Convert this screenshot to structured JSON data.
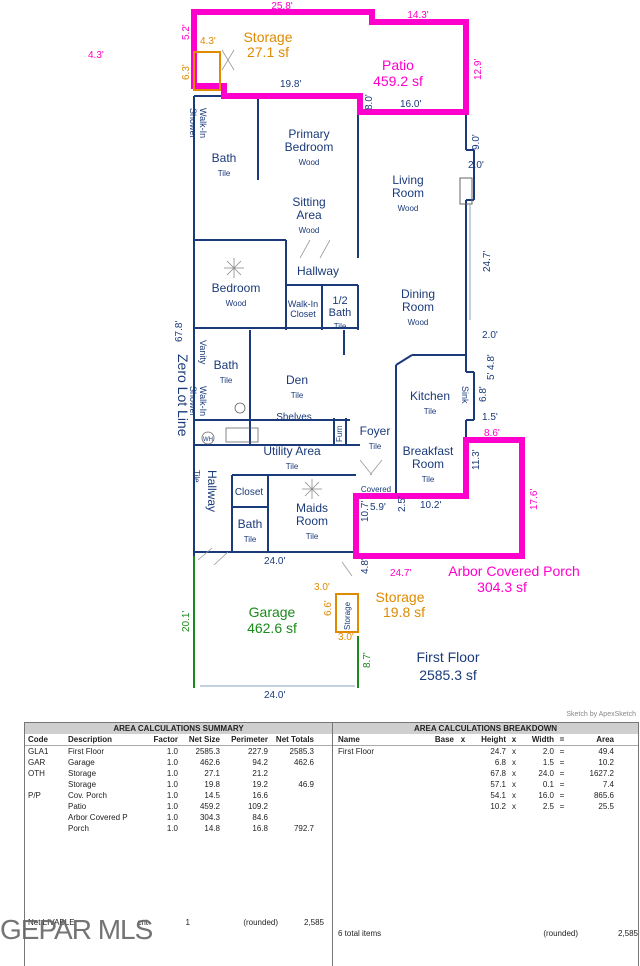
{
  "credit": "Sketch by ApexSketch",
  "watermark": "GEPAR MLS",
  "floor": {
    "label": "First Floor",
    "area": "2585.3 sf"
  },
  "rooms": {
    "storage_top": {
      "name": "Storage",
      "area": "27.1 sf"
    },
    "patio": {
      "name": "Patio",
      "area": "459.2 sf"
    },
    "primary_bedroom": {
      "name": "Primary\nBedroom",
      "floor": "Wood"
    },
    "bath_top": {
      "name": "Bath",
      "floor": "Tile"
    },
    "walkin_shower_top": {
      "name": "Walk-In\nShower"
    },
    "sitting_area": {
      "name": "Sitting\nArea",
      "floor": "Wood"
    },
    "living_room": {
      "name": "Living\nRoom",
      "floor": "Wood"
    },
    "hallway_top": {
      "name": "Hallway"
    },
    "bedroom": {
      "name": "Bedroom",
      "floor": "Wood"
    },
    "walkin_closet": {
      "name": "Walk-In\nCloset"
    },
    "half_bath": {
      "name": "1/2\nBath",
      "floor": "Tile"
    },
    "dining_room": {
      "name": "Dining\nRoom",
      "floor": "Wood"
    },
    "bath_mid": {
      "name": "Bath",
      "floor": "Tile"
    },
    "vanity": {
      "name": "Vanity"
    },
    "walkin_shower_mid": {
      "name": "Walk-In\nShower"
    },
    "den": {
      "name": "Den",
      "floor": "Tile"
    },
    "shelves": {
      "name": "Shelves"
    },
    "furn": {
      "name": "Furn"
    },
    "wh": {
      "name": "WH"
    },
    "kitchen": {
      "name": "Kitchen",
      "floor": "Tile"
    },
    "sink": {
      "name": "Sink"
    },
    "foyer": {
      "name": "Foyer",
      "floor": "Tile"
    },
    "utility_area": {
      "name": "Utility Area",
      "floor": "Tile"
    },
    "breakfast_room": {
      "name": "Breakfast\nRoom",
      "floor": "Tile"
    },
    "covered": {
      "name": "Covered"
    },
    "hallway_left": {
      "name": "Hallway",
      "floor": "Tile"
    },
    "closet": {
      "name": "Closet"
    },
    "bath_low": {
      "name": "Bath",
      "floor": "Tile"
    },
    "maids_room": {
      "name": "Maids\nRoom",
      "floor": "Tile"
    },
    "arbor_porch": {
      "name": "Arbor Covered Porch",
      "area": "304.3 sf"
    },
    "storage_low": {
      "name": "Storage",
      "area": "19.8 sf"
    },
    "storage_low_label": {
      "name": "Storage"
    },
    "garage": {
      "name": "Garage",
      "area": "462.6 sf"
    },
    "zero_lot_line": {
      "name": "Zero Lot Line"
    }
  },
  "dims": {
    "d_25_8": "25.8'",
    "d_14_3": "14.3'",
    "d_5_2": "5.2'",
    "d_4_3a": "4.3'",
    "d_4_3b": "4.3'",
    "d_6_3": "6.3'",
    "d_19_8": "19.8'",
    "d_12_9": "12.9'",
    "d_8_0": "8.0'",
    "d_16_0": "16.0'",
    "d_9_0": "9.0'",
    "d_2_0a": "2.0'",
    "d_24_7a": "24.7'",
    "d_2_0b": "2.0'",
    "d_4_8": "4.8'",
    "d_5": "5'",
    "d_6_8": "6.8'",
    "d_1_5": "1.5'",
    "d_8_6": "8.6'",
    "d_11_3": "11.3'",
    "d_67_8": "67.8'",
    "d_10_7": "10.7'",
    "d_5_9": "5.9'",
    "d_2_5": "2.5'",
    "d_10_2": "10.2'",
    "d_17_6": "17.6'",
    "d_24_0a": "24.0'",
    "d_4_8b": "4.8'",
    "d_24_7b": "24.7'",
    "d_3_0a": "3.0'",
    "d_6_6": "6.6'",
    "d_3_0b": "3.0'",
    "d_20_1": "20.1'",
    "d_8_7": "8.7'",
    "d_24_0b": "24.0'"
  },
  "colors": {
    "patio": "#ff00cc",
    "storage": "#e08a00",
    "garage": "#1a8a1a",
    "walls": "#1a3a7a",
    "text": "#1a3a7a"
  },
  "summary": {
    "title": "AREA CALCULATIONS SUMMARY",
    "headers": [
      "Code",
      "Description",
      "Factor",
      "Net Size",
      "Perimeter",
      "Net Totals"
    ],
    "rows": [
      [
        "GLA1",
        "First Floor",
        "1.0",
        "2585.3",
        "227.9",
        "2585.3"
      ],
      [
        "GAR",
        "Garage",
        "1.0",
        "462.6",
        "94.2",
        "462.6"
      ],
      [
        "OTH",
        "Storage",
        "1.0",
        "27.1",
        "21.2",
        ""
      ],
      [
        "",
        "Storage",
        "1.0",
        "19.8",
        "19.2",
        "46.9"
      ],
      [
        "P/P",
        "Cov. Porch",
        "1.0",
        "14.5",
        "16.6",
        ""
      ],
      [
        "",
        "Patio",
        "1.0",
        "459.2",
        "109.2",
        ""
      ],
      [
        "",
        "Arbor Covered P",
        "1.0",
        "304.3",
        "84.6",
        ""
      ],
      [
        "",
        "Porch",
        "1.0",
        "14.8",
        "16.8",
        "792.7"
      ]
    ],
    "footer": [
      "Net LIVABLE",
      "cnt",
      "1",
      "(rounded)",
      "2,585"
    ]
  },
  "breakdown": {
    "title": "AREA CALCULATIONS BREAKDOWN",
    "headers": [
      "Name",
      "Base",
      "x",
      "Height",
      "x",
      "Width",
      "=",
      "Area"
    ],
    "rows": [
      [
        "First Floor",
        "",
        "",
        "24.7",
        "x",
        "2.0",
        "=",
        "49.4"
      ],
      [
        "",
        "",
        "",
        "6.8",
        "x",
        "1.5",
        "=",
        "10.2"
      ],
      [
        "",
        "",
        "",
        "67.8",
        "x",
        "24.0",
        "=",
        "1627.2"
      ],
      [
        "",
        "",
        "",
        "57.1",
        "x",
        "0.1",
        "=",
        "7.4"
      ],
      [
        "",
        "",
        "",
        "54.1",
        "x",
        "16.0",
        "=",
        "865.6"
      ],
      [
        "",
        "",
        "",
        "10.2",
        "x",
        "2.5",
        "=",
        "25.5"
      ]
    ],
    "footer": [
      "6 total items",
      "(rounded)",
      "2,585"
    ]
  }
}
